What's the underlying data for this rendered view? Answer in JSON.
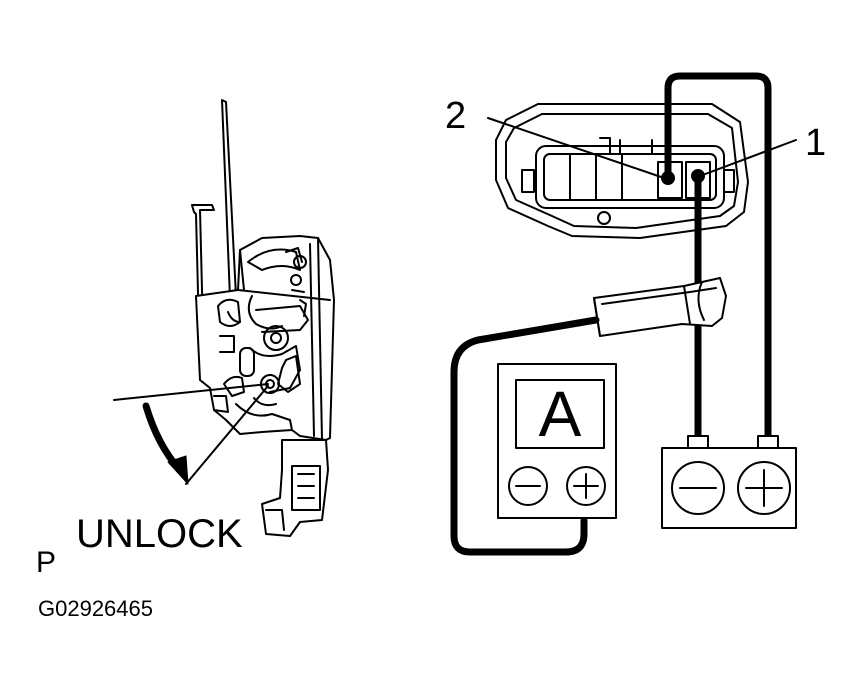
{
  "labels": {
    "unlock": "UNLOCK",
    "p": "P",
    "figure_code": "G02926465",
    "terminal_2": "2",
    "terminal_1": "1",
    "ammeter": "A"
  },
  "icons": {
    "meter_negative": "minus-circle-icon",
    "meter_positive": "plus-circle-icon",
    "battery_negative": "minus-circle-icon",
    "battery_positive": "plus-circle-icon",
    "rotation": "curved-arrow-down-icon"
  },
  "colors": {
    "line": "#000000",
    "background": "#ffffff"
  }
}
